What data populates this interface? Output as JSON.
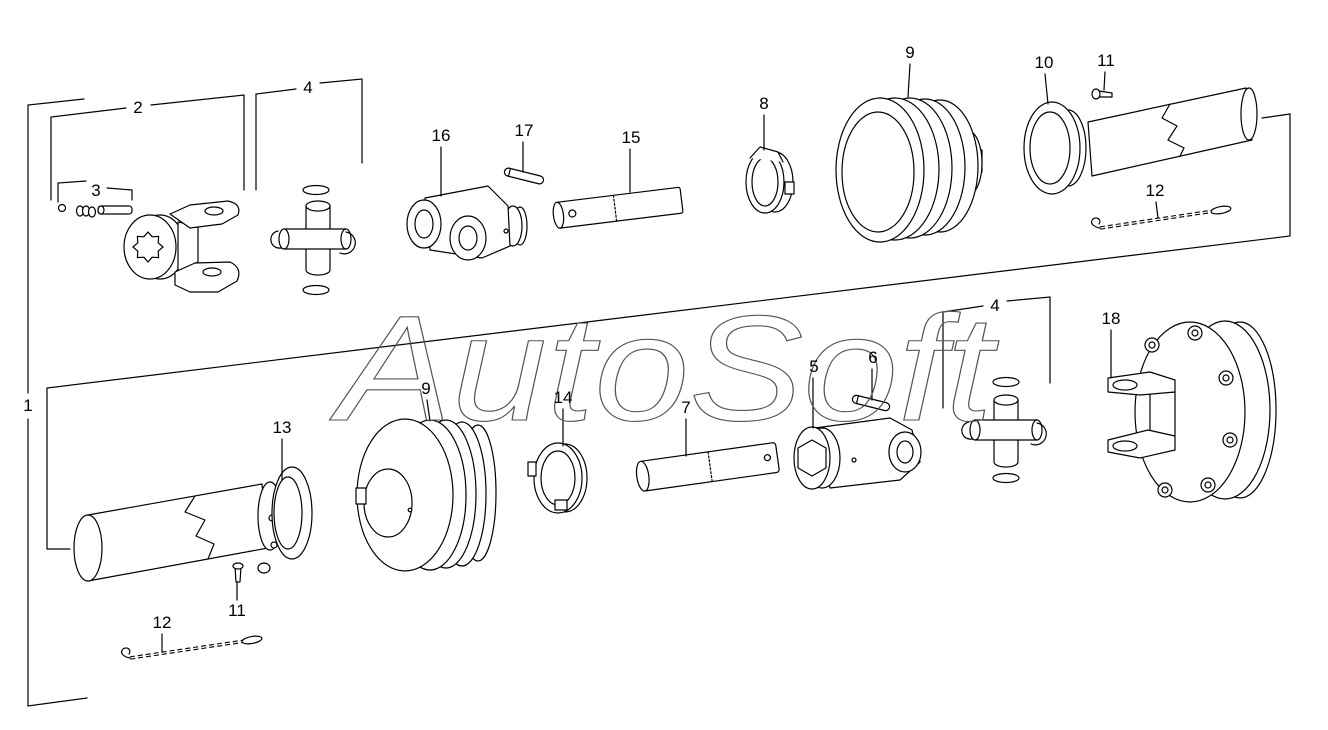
{
  "watermark": "AutoSoft",
  "labels": {
    "assembly": "1",
    "yoke_inner": "2",
    "hardware_set": "3",
    "cross_kit_upper": "4",
    "yoke_16": "16",
    "pin_17": "17",
    "tube_15": "15",
    "ring_8": "8",
    "shield_9_upper": "9",
    "shield_tube_10": "10",
    "screw_11_upper": "11",
    "chain_12_upper": "12",
    "cross_kit_lower": "4",
    "flange_yoke_18": "18",
    "yoke_5": "5",
    "pin_6": "6",
    "shield_9_lower": "9",
    "ring_14": "14",
    "tube_7": "7",
    "shield_tube_13": "13",
    "screw_11_lower": "11",
    "chain_12_lower": "12"
  }
}
